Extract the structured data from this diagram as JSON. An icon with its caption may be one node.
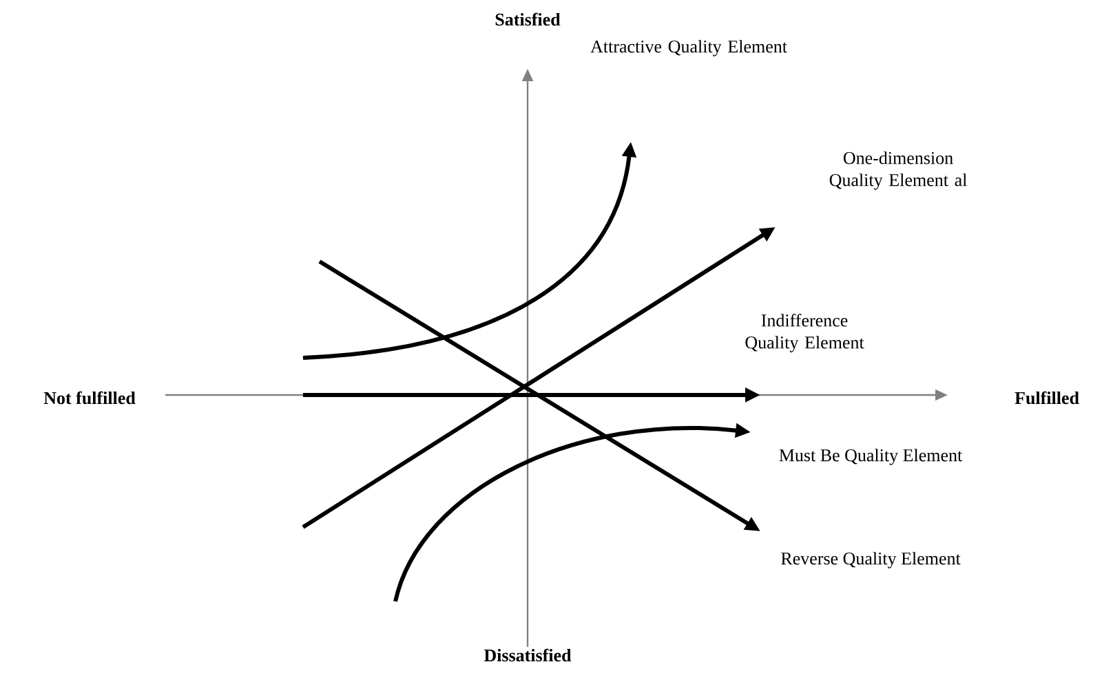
{
  "diagram": {
    "labels": [
      "Satisfied",
      "Attractive Quality Element",
      "One-dimension Quality Element al",
      "Indifference Quality Element",
      "Not fulfilled",
      "Fulfilled",
      "Must Be Quality Element",
      "Reverse Quality Element",
      "Dissatisfied"
    ]
  }
}
